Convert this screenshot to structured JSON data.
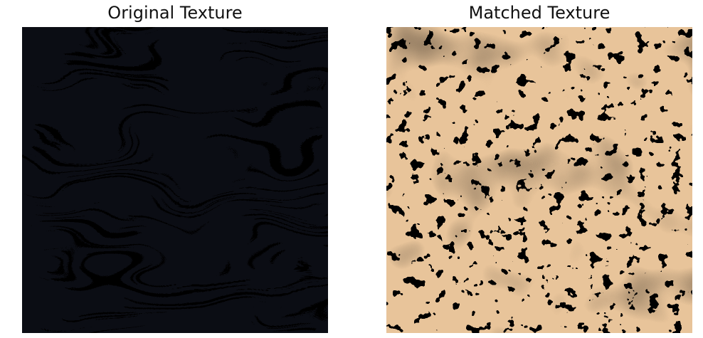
{
  "panels": [
    {
      "title": "Original Texture",
      "image": "marbled swirl texture",
      "colors": {
        "light": "#f1bd7c",
        "dark": "#0b0d14"
      }
    },
    {
      "title": "Matched Texture",
      "image": "speckled noisy texture",
      "colors": {
        "light": "#e8c49a",
        "dark": "#14110d",
        "mid": "#6b5a48"
      }
    }
  ]
}
